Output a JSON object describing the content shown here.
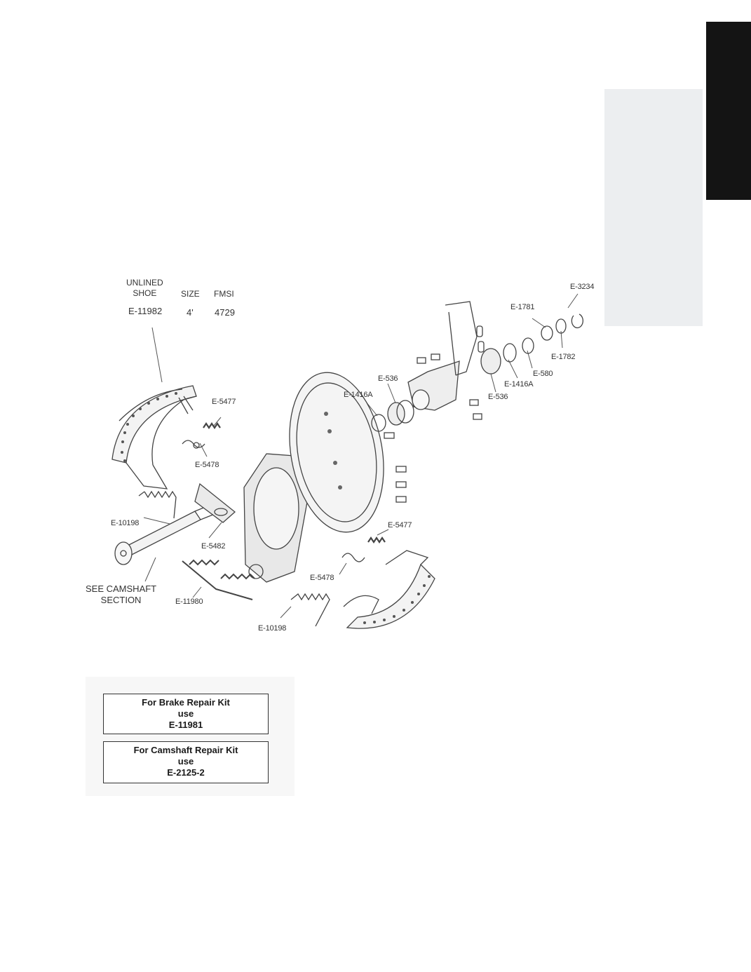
{
  "header": {
    "col_shoe": [
      "UNLINED",
      "SHOE"
    ],
    "col_size": "SIZE",
    "col_fmsi": "FMSI",
    "shoe_part": "E-11982",
    "size_value": "4'",
    "fmsi_value": "4729"
  },
  "callouts": {
    "see_camshaft": [
      "SEE CAMSHAFT",
      "SECTION"
    ]
  },
  "parts": [
    "E-3234",
    "E-1781",
    "E-1782",
    "E-580",
    "E-1416A",
    "E-536",
    "E-536",
    "E-1416A",
    "E-5477",
    "E-5478",
    "E-10198",
    "E-5482",
    "E-11980",
    "E-5477",
    "E-5478",
    "E-10198"
  ],
  "kits": [
    {
      "line1": "For Brake Repair Kit",
      "line2": "use",
      "part": "E-11981"
    },
    {
      "line1": "For Camshaft Repair Kit",
      "line2": "use",
      "part": "E-2125-2"
    }
  ]
}
